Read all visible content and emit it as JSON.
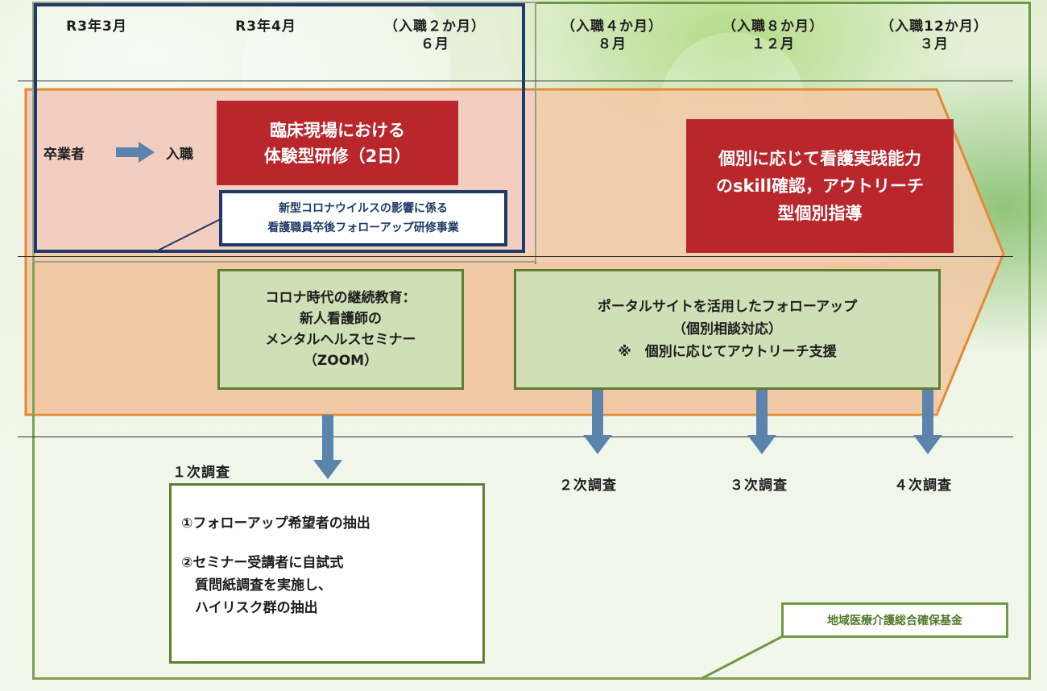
{
  "timeline": {
    "columns": [
      {
        "line1": "",
        "line2": "R3年3月"
      },
      {
        "line1": "",
        "line2": "R3年4月"
      },
      {
        "line1": "（入職２か月）",
        "line2": "６月"
      },
      {
        "line1": "（入職４か月）",
        "line2": "８月"
      },
      {
        "line1": "（入職８か月）",
        "line2": "１２月"
      },
      {
        "line1": "（入職12か月）",
        "line2": "３月"
      }
    ]
  },
  "flow": {
    "graduate": "卒業者",
    "employment": "入職"
  },
  "boxes": {
    "clinical_training": "臨床現場における\n体験型研修（2日）",
    "corona_callout": "新型コロナウイルスの影響に係る\n看護職員卒後フォローアップ研修事業",
    "outreach": "個別に応じて看護実践能力\nのskill確認，アウトリーチ\n型個別指導",
    "seminar": "コロナ時代の継続教育：\n新人看護師の\nメンタルヘルスセミナー\n（ZOOM）",
    "portal": "ポータルサイトを活用したフォローアップ\n（個別相談対応）\n※　個別に応じてアウトリーチ支援",
    "survey_detail_1": "①フォローアップ希望者の抽出",
    "survey_detail_2": "②セミナー受講者に自試式\n　質問紙調査を実施し、\n　ハイリスク群の抽出",
    "fund_callout": "地域医療介護総合確保基金"
  },
  "surveys": {
    "first": "１次調査",
    "second": "２次調査",
    "third": "３次調査",
    "fourth": "４次調査"
  },
  "colors": {
    "accent_red": "#b9262c",
    "green_box": "#cfdfb6",
    "green_border": "#5f7e33",
    "navy_frame": "#1e3a66",
    "arrow_blue": "#5b84ad",
    "orange_outline": "#e38a33"
  }
}
